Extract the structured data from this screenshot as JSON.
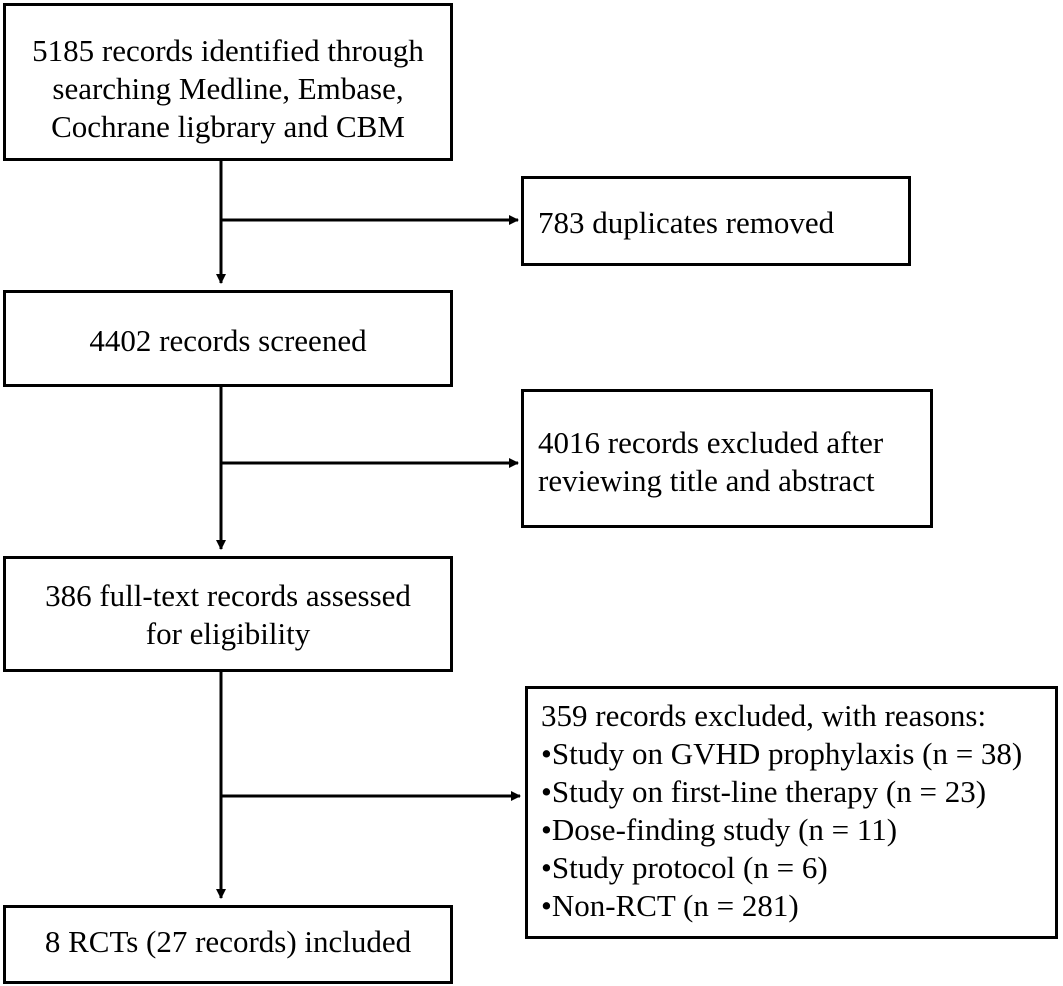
{
  "boxes": {
    "identified": {
      "lines": [
        "5185 records identified through",
        "searching Medline, Embase,",
        "Cochrane ligbrary and CBM"
      ]
    },
    "duplicates": {
      "lines": [
        "783  duplicates removed"
      ]
    },
    "screened": {
      "lines": [
        "4402 records screened"
      ]
    },
    "excluded_title": {
      "lines": [
        "4016 records excluded after",
        "reviewing  title and abstract"
      ]
    },
    "fulltext": {
      "lines": [
        "386 full-text records assessed",
        "for eligibility"
      ]
    },
    "excluded_reasons": {
      "heading": "359 records excluded, with reasons:",
      "items": [
        "•Study on GVHD prophylaxis (n = 38)",
        "•Study on first-line  therapy (n = 23)",
        "•Dose-finding study (n = 11)",
        "•Study protocol (n = 6)",
        "•Non-RCT (n = 281)"
      ]
    },
    "included": {
      "lines": [
        "8 RCTs (27 records) included"
      ]
    }
  },
  "colors": {
    "line": "#000000",
    "background": "#ffffff"
  }
}
